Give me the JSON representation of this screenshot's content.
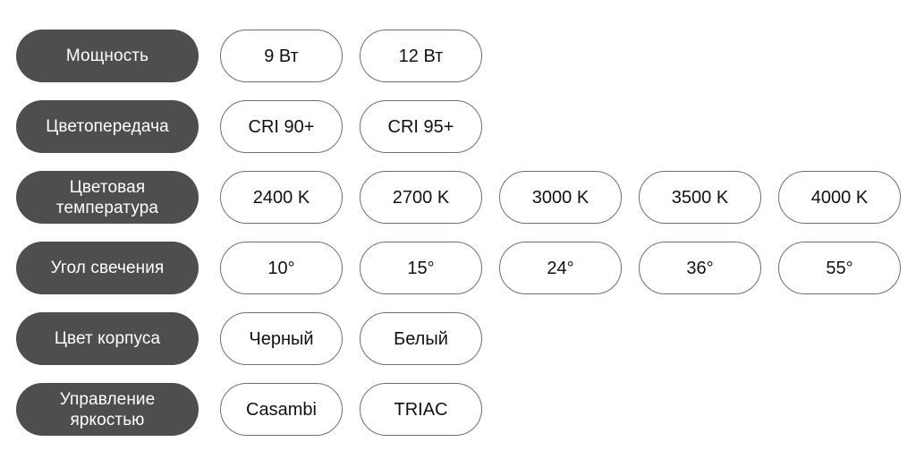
{
  "spec_table": {
    "label_bg_color": "#4e4e4e",
    "label_text_color": "#ffffff",
    "option_border_color": "#6f6f6f",
    "option_text_color": "#111111",
    "rows": [
      {
        "label": "Мощность",
        "options": [
          "9 Вт",
          "12 Вт"
        ]
      },
      {
        "label": "Цветопередача",
        "options": [
          "CRI 90+",
          "CRI 95+"
        ]
      },
      {
        "label": "Цветовая\nтемпература",
        "options": [
          "2400 K",
          "2700 K",
          "3000 K",
          "3500 K",
          "4000 K"
        ]
      },
      {
        "label": "Угол свечения",
        "options": [
          "10°",
          "15°",
          "24°",
          "36°",
          "55°"
        ]
      },
      {
        "label": "Цвет корпуса",
        "options": [
          "Черный",
          "Белый"
        ]
      },
      {
        "label": "Управление\nяркостью",
        "options": [
          "Casambi",
          "TRIAC"
        ]
      }
    ]
  }
}
